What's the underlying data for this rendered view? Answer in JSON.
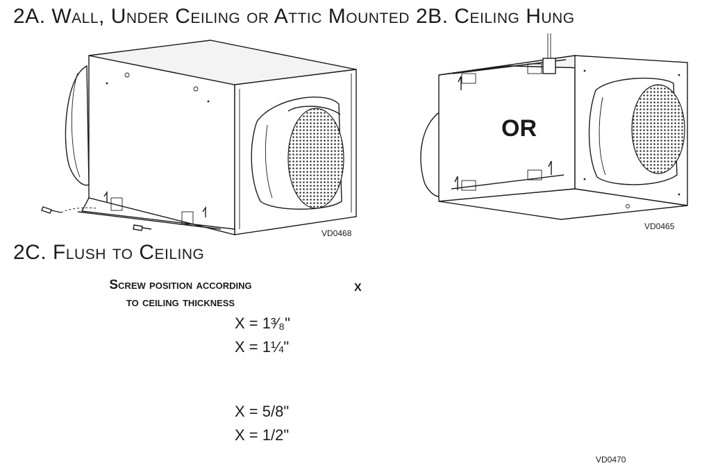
{
  "headings": {
    "a": "2A. Wall, Under Ceiling or Attic Mounted",
    "b": "2B. Ceiling Hung",
    "c": "2C. Flush to Ceiling"
  },
  "figure_codes": {
    "a": "VD0468",
    "b": "VD0465",
    "c": "VD0470"
  },
  "or_label": "OR",
  "screw_position": {
    "title_line1": "Screw position according",
    "title_line2": "to ceiling thickness",
    "options": [
      "X = 1³⁄₈\"",
      "X = 1¼\"",
      "X = 5/8\"",
      "X = 1/2\""
    ]
  },
  "dimension_label": "X"
}
